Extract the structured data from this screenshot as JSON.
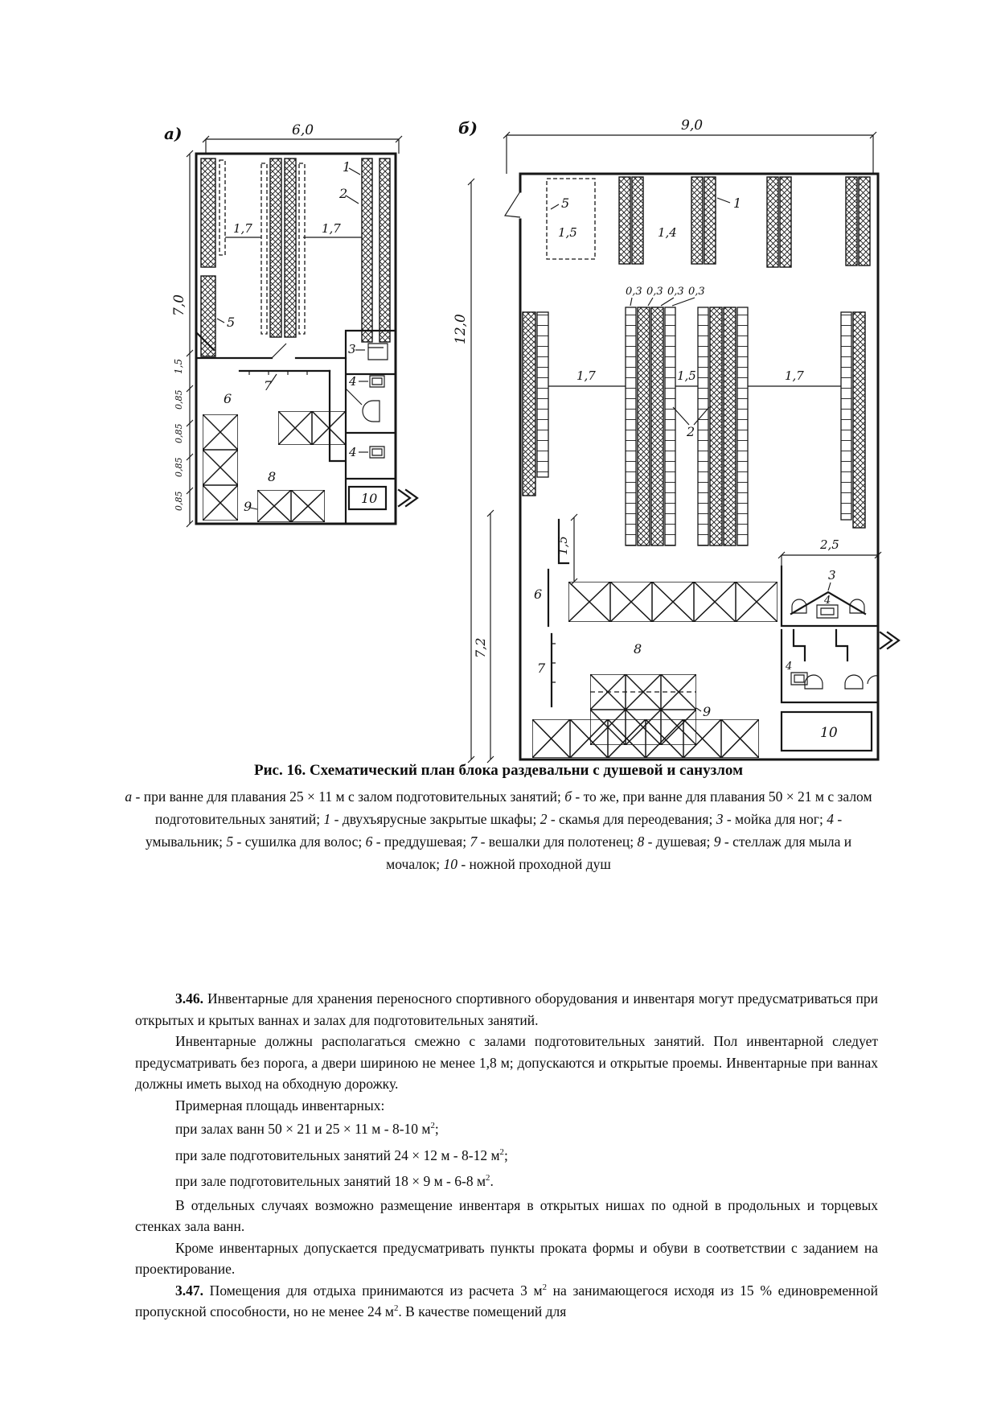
{
  "figure": {
    "a": {
      "tag": "а)",
      "dim_width": "6,0",
      "dim_height": "7,0",
      "aisle_1": "1,7",
      "aisle_2": "1,7",
      "chain": {
        "c1": "1,5",
        "c2": "0,85",
        "c3": "0,85",
        "c4": "0,85",
        "c5": "0,85"
      },
      "p1": "1",
      "p2": "2",
      "p3": "3",
      "p4": "4",
      "p4b": "4",
      "p5": "5",
      "p6": "6",
      "p7": "7",
      "p8": "8",
      "p9": "9",
      "p10": "10"
    },
    "b": {
      "tag": "б)",
      "dim_width": "9,0",
      "dim_height": "12,0",
      "dim_hall": "7,2",
      "dim_dryer": "1,5",
      "dim_gap": "1,4",
      "pitch": {
        "t1": "0,3",
        "t2": "0,3",
        "t3": "0,3",
        "t4": "0,3"
      },
      "aisle_1": "1,7",
      "aisle_2": "1,5",
      "aisle_3": "1,7",
      "dim_bench": "1,5",
      "dim_san": "2,5",
      "p1": "1",
      "p2": "2",
      "p3": "3",
      "p4": "4",
      "p4b": "4",
      "p5": "5",
      "p6": "6",
      "p7": "7",
      "p8": "8",
      "p9": "9",
      "p10": "10"
    }
  },
  "caption": {
    "title": "Рис. 16. Схематический план блока раздевальни с душевой и санузлом",
    "legend": [
      {
        "t": "а",
        "i": true
      },
      {
        "t": " - при ванне для плавания 25 × 11 м с залом подготовительных занятий; "
      },
      {
        "t": "б",
        "i": true
      },
      {
        "t": " - то же, при ванне для плавания 50 × 21 м с залом подготовительных занятий; "
      },
      {
        "t": "1",
        "i": true
      },
      {
        "t": " - двухъярусные закрытые шкафы; "
      },
      {
        "t": "2",
        "i": true
      },
      {
        "t": " - скамья для переодевания; "
      },
      {
        "t": "3",
        "i": true
      },
      {
        "t": " - мойка для ног; "
      },
      {
        "t": "4",
        "i": true
      },
      {
        "t": " - умывальник; "
      },
      {
        "t": "5",
        "i": true
      },
      {
        "t": " - сушилка для волос; "
      },
      {
        "t": "6",
        "i": true
      },
      {
        "t": " - преддушевая; "
      },
      {
        "t": "7",
        "i": true
      },
      {
        "t": " - вешалки для полотенец; "
      },
      {
        "t": "8",
        "i": true
      },
      {
        "t": " - душевая; "
      },
      {
        "t": "9",
        "i": true
      },
      {
        "t": " - стеллаж для мыла и мочалок; "
      },
      {
        "t": "10",
        "i": true
      },
      {
        "t": " - ножной проходной душ"
      }
    ]
  },
  "paragraphs": {
    "p1": [
      {
        "t": "3.46.",
        "b": true
      },
      {
        "t": " Инвентарные для хранения переносного спортивного оборудования и инвентаря могут предусматриваться при открытых и крытых ваннах и залах для подготовительных занятий."
      }
    ],
    "p2": [
      {
        "t": "Инвентарные должны располагаться смежно с залами подготовительных занятий. Пол инвентарной следует предусматривать без порога, а двери шириною не менее 1,8 м; допускаются и открытые проемы. Инвентарные при ваннах должны иметь выход на обходную дорожку."
      }
    ],
    "p3": [
      {
        "t": "Примерная площадь инвентарных:"
      }
    ],
    "p4": [
      {
        "t": "при залах ванн 50 × 21 и 25 × 11 м - 8-10 м"
      },
      {
        "t": "2",
        "s": true
      },
      {
        "t": ";"
      }
    ],
    "p5": [
      {
        "t": "при зале подготовительных занятий 24 × 12 м - 8-12 м"
      },
      {
        "t": "2",
        "s": true
      },
      {
        "t": ";"
      }
    ],
    "p6": [
      {
        "t": "при зале подготовительных занятий 18 × 9 м - 6-8 м"
      },
      {
        "t": "2",
        "s": true
      },
      {
        "t": "."
      }
    ],
    "p7": [
      {
        "t": "В отдельных случаях возможно размещение инвентаря в открытых нишах по одной в продольных и торцевых стенках зала ванн."
      }
    ],
    "p8": [
      {
        "t": "Кроме инвентарных допускается предусматривать пункты проката формы и обуви в соответствии с заданием на проектирование."
      }
    ],
    "p9": [
      {
        "t": "3.47.",
        "b": true
      },
      {
        "t": " Помещения для отдыха принимаются из расчета 3 м"
      },
      {
        "t": "2",
        "s": true
      },
      {
        "t": " на занимающегося исходя из 15 % единовременной пропускной способности, но не менее 24 м"
      },
      {
        "t": "2",
        "s": true
      },
      {
        "t": ". В качестве помещений для"
      }
    ]
  }
}
